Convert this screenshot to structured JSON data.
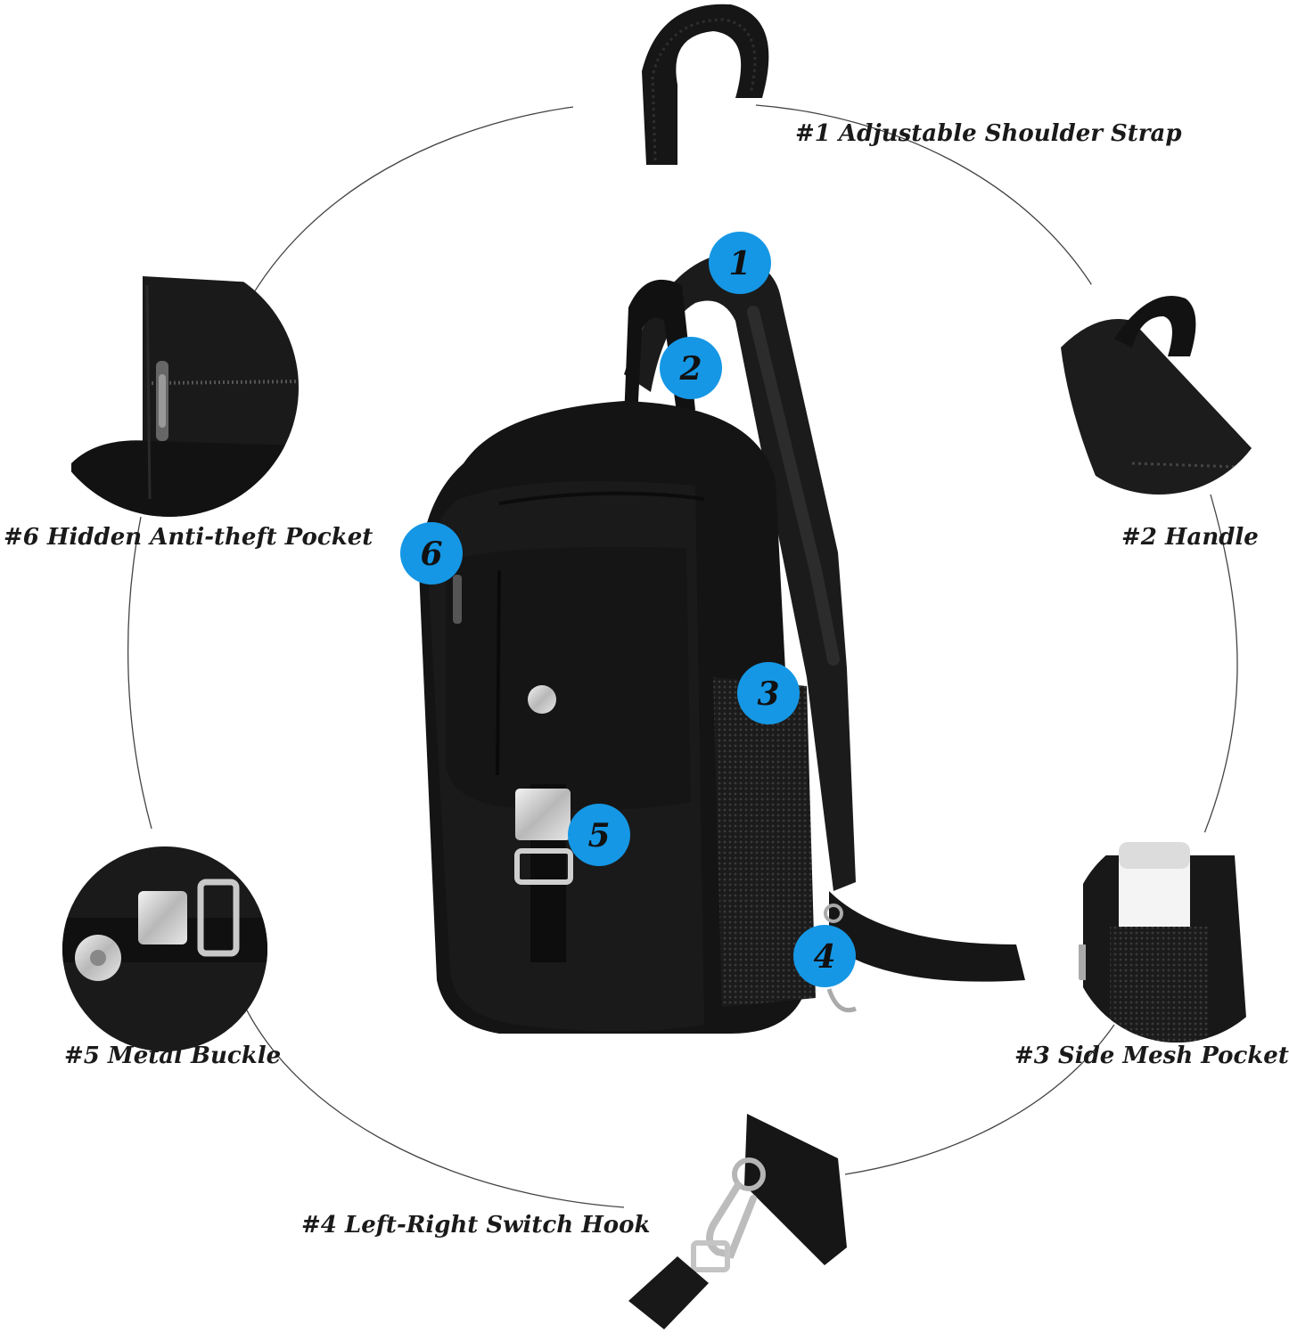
{
  "colors": {
    "marker": "#1597e5",
    "bag": "#141414",
    "line": "#444444",
    "background": "#ffffff"
  },
  "features": [
    {
      "number": "1",
      "label": "#1 Adjustable Shoulder Strap",
      "icon": "shoulder-strap-detail"
    },
    {
      "number": "2",
      "label": "#2 Handle",
      "icon": "handle-detail"
    },
    {
      "number": "3",
      "label": "#3 Side Mesh Pocket",
      "icon": "side-mesh-pocket-detail"
    },
    {
      "number": "4",
      "label": "#4 Left-Right Switch Hook",
      "icon": "switch-hook-detail"
    },
    {
      "number": "5",
      "label": "#5 Metal Buckle",
      "icon": "metal-buckle-detail"
    },
    {
      "number": "6",
      "label": "#6 Hidden Anti-theft Pocket",
      "icon": "anti-theft-pocket-detail"
    }
  ]
}
